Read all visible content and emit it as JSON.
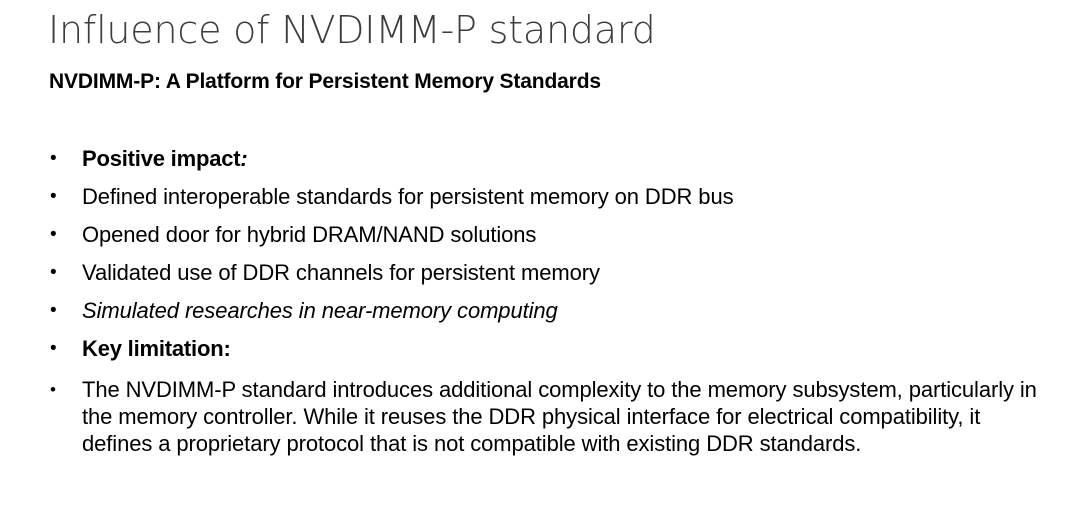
{
  "slide": {
    "title": "Influence of NVDIMM-P standard",
    "subtitle": "NVDIMM-P: A Platform for Persistent Memory Standards",
    "bullet_glyph": "•",
    "text_color": "#000000",
    "title_color": "#3d3d3d",
    "background_color": "#ffffff",
    "bullets": [
      {
        "text": "Positive impact",
        "trailing": ":",
        "style": "bold",
        "trailing_style": "italic"
      },
      {
        "text": "Defined interoperable standards for persistent memory on DDR bus",
        "style": "regular"
      },
      {
        "text": "Opened door for hybrid DRAM/NAND solutions",
        "style": "regular"
      },
      {
        "text": "Validated use of DDR channels for persistent memory",
        "style": "regular"
      },
      {
        "text": "Simulated researches in near-memory computing",
        "style": "italic"
      },
      {
        "text": "Key limitation:",
        "style": "bold"
      },
      {
        "text": "The NVDIMM-P standard introduces additional complexity to the memory subsystem, particularly in the memory controller. While it reuses the DDR physical interface for electrical compatibility, it defines a proprietary protocol that is not compatible with existing DDR standards.",
        "style": "paragraph"
      }
    ]
  }
}
